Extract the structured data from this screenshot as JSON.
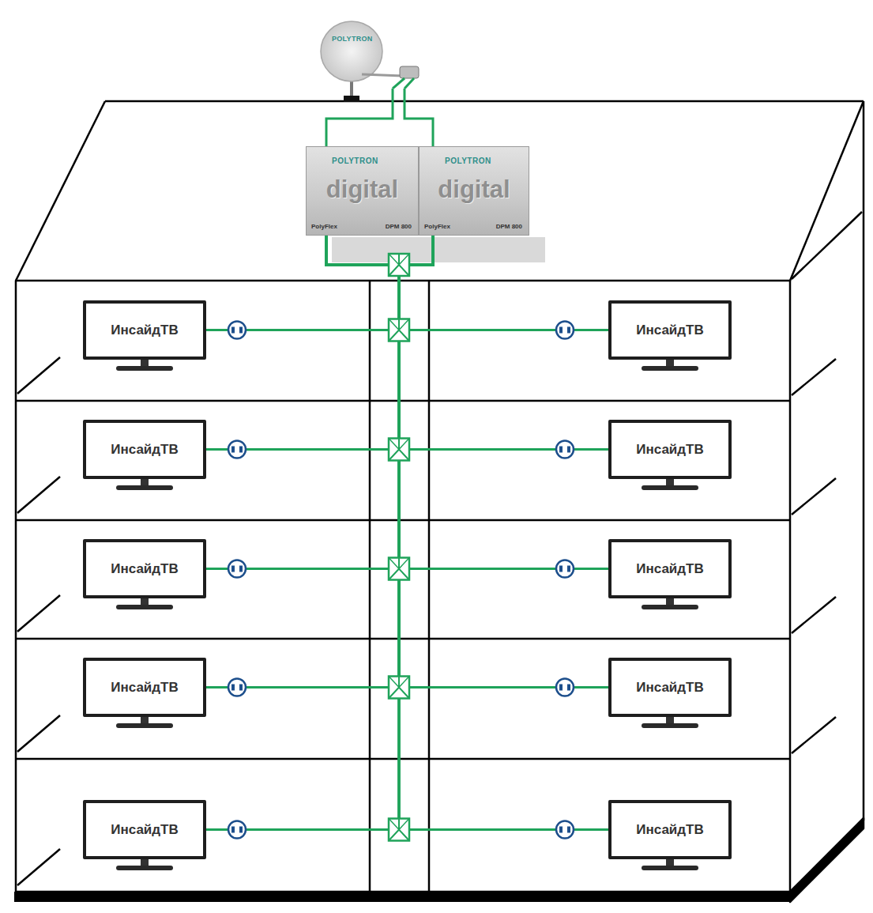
{
  "diagram": {
    "nodes": [
      {
        "text": [
          "POLYTRON"
        ]
      },
      {
        "text": [
          "POLYTRON",
          "digital",
          "PolyFlex",
          "DPM 800"
        ]
      },
      {
        "text": [
          "POLYTRON",
          "digital",
          "PolyFlex",
          "DPM 800"
        ]
      },
      {
        "text": [
          "ИнсайдТВ"
        ]
      },
      {
        "text": [
          "ИнсайдТВ"
        ]
      },
      {
        "text": [
          "ИнсайдТВ"
        ]
      },
      {
        "text": [
          "ИнсайдТВ"
        ]
      },
      {
        "text": [
          "ИнсайдТВ"
        ]
      },
      {
        "text": [
          "ИнсайдТВ"
        ]
      },
      {
        "text": [
          "ИнсайдТВ"
        ]
      },
      {
        "text": [
          "ИнсайдТВ"
        ]
      },
      {
        "text": [
          "ИнсайдТВ"
        ]
      },
      {
        "text": [
          "ИнсайдТВ"
        ]
      }
    ],
    "edges": [
      {
        "from": 0,
        "to": 1,
        "arrow": "none"
      },
      {
        "from": 0,
        "to": 2,
        "arrow": "none"
      },
      {
        "from": 1,
        "to": 3,
        "arrow": "none"
      },
      {
        "from": 1,
        "to": 4,
        "arrow": "none"
      },
      {
        "from": 1,
        "to": 5,
        "arrow": "none"
      },
      {
        "from": 1,
        "to": 6,
        "arrow": "none"
      },
      {
        "from": 1,
        "to": 7,
        "arrow": "none"
      },
      {
        "from": 1,
        "to": 8,
        "arrow": "none"
      },
      {
        "from": 1,
        "to": 9,
        "arrow": "none"
      },
      {
        "from": 1,
        "to": 10,
        "arrow": "none"
      },
      {
        "from": 1,
        "to": 11,
        "arrow": "none"
      },
      {
        "from": 1,
        "to": 12,
        "arrow": "none"
      },
      {
        "from": 2,
        "to": 3,
        "arrow": "none"
      },
      {
        "from": 2,
        "to": 4,
        "arrow": "none"
      },
      {
        "from": 2,
        "to": 5,
        "arrow": "none"
      },
      {
        "from": 2,
        "to": 6,
        "arrow": "none"
      },
      {
        "from": 2,
        "to": 7,
        "arrow": "none"
      },
      {
        "from": 2,
        "to": 8,
        "arrow": "none"
      },
      {
        "from": 2,
        "to": 9,
        "arrow": "none"
      },
      {
        "from": 2,
        "to": 10,
        "arrow": "none"
      },
      {
        "from": 2,
        "to": 11,
        "arrow": "none"
      },
      {
        "from": 2,
        "to": 12,
        "arrow": "none"
      }
    ]
  }
}
